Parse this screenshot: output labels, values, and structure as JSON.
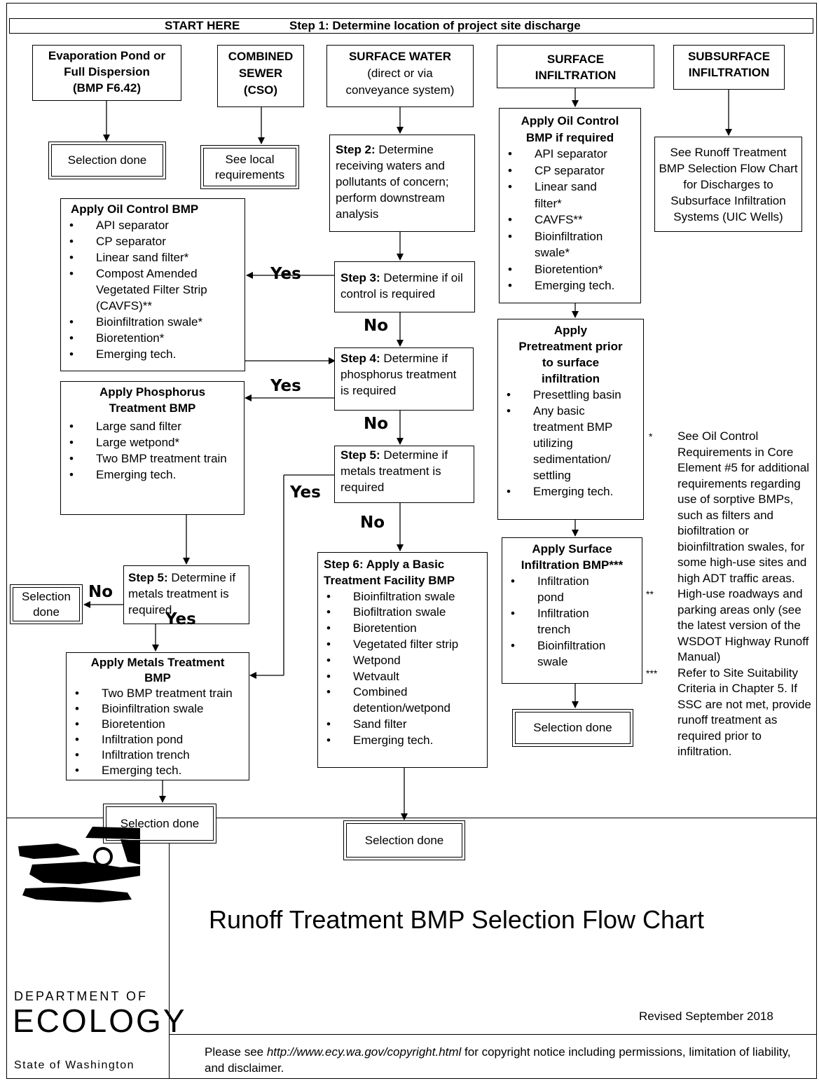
{
  "header": {
    "start": "START HERE",
    "step1": "Step 1: Determine location of project site discharge"
  },
  "discharge": {
    "evap": [
      "Evaporation Pond or",
      "Full Dispersion",
      "(BMP F6.42)"
    ],
    "combined": [
      "COMBINED",
      "SEWER",
      "(CSO)"
    ],
    "surface_water": [
      "SURFACE WATER",
      "(direct or via",
      "conveyance system)"
    ],
    "surface_infil": [
      "SURFACE",
      "INFILTRATION"
    ],
    "subsurface_infil": [
      "SUBSURFACE",
      "INFILTRATION"
    ]
  },
  "selection_done": "Selection done",
  "see_local": [
    "See local",
    "requirements"
  ],
  "step2": {
    "label": "Step 2:",
    "text": " Determine receiving waters and pollutants of concern; perform downstream analysis"
  },
  "step3": {
    "label": "Step 3:",
    "text": " Determine if oil control is required"
  },
  "step4": {
    "label": "Step 4:",
    "text": " Determine if phosphorus treatment is required"
  },
  "step5": {
    "label": "Step 5:",
    "text": " Determine if metals treatment is required"
  },
  "step5b": {
    "label": "Step 5:",
    "text": " Determine if metals treatment is required"
  },
  "step6": {
    "title": [
      "Step 6: Apply a Basic",
      "Treatment Facility BMP"
    ],
    "items": [
      "Bioinfiltration swale",
      "Biofiltration swale",
      "Bioretention",
      "Vegetated filter strip",
      "Wetpond",
      "Wetvault",
      "Combined detention/wetpond",
      "Sand filter",
      "Emerging tech."
    ]
  },
  "oil_bmp": {
    "title": "Apply Oil Control BMP",
    "items": [
      "API separator",
      "CP separator",
      "Linear sand filter*",
      "Compost Amended Vegetated Filter Strip (CAVFS)**",
      "Bioinfiltration swale*",
      "Bioretention*",
      "Emerging tech."
    ]
  },
  "phos_bmp": {
    "title": [
      "Apply Phosphorus",
      "Treatment BMP"
    ],
    "items": [
      "Large sand filter",
      "Large wetpond*",
      "Two BMP treatment train",
      "Emerging tech."
    ]
  },
  "metals_bmp": {
    "title": [
      "Apply Metals Treatment",
      "BMP"
    ],
    "items": [
      "Two BMP treatment train",
      "Bioinfiltration swale",
      "Bioretention",
      "Infiltration pond",
      "Infiltration trench",
      "Emerging tech."
    ]
  },
  "oil_if_req": {
    "title": [
      "Apply Oil Control",
      "BMP if required"
    ],
    "items": [
      "API separator",
      "CP separator",
      "Linear sand filter*",
      "CAVFS**",
      "Bioinfiltration swale*",
      "Bioretention*",
      "Emerging tech."
    ]
  },
  "pretreat": {
    "title": [
      "Apply",
      "Pretreatment prior",
      "to surface",
      "infiltration"
    ],
    "items": [
      "Presettling basin",
      "Any basic treatment BMP utilizing sedimentation/ settling",
      "Emerging tech."
    ]
  },
  "surf_infil_bmp": {
    "title": [
      "Apply Surface",
      "Infiltration BMP***"
    ],
    "items": [
      "Infiltration pond",
      "Infiltration trench",
      "Bioinfiltration swale"
    ]
  },
  "subsurface_note": "See Runoff Treatment BMP Selection Flow Chart for Discharges to Subsurface Infiltration Systems (UIC Wells)",
  "labels": {
    "yes": "Yes",
    "no": "No"
  },
  "notes": [
    {
      "mark": "*",
      "text": "See Oil Control Requirements in Core Element #5 for additional requirements regarding use of sorptive BMPs, such as filters and biofiltration or bioinfiltration swales, for some high-use sites and high ADT traffic areas."
    },
    {
      "mark": "**",
      "text": "High-use roadways and parking areas only (see the latest version of the WSDOT Highway Runoff Manual)"
    },
    {
      "mark": "***",
      "text": "Refer to Site Suitability Criteria in Chapter 5. If SSC are not met, provide runoff treatment as required prior to infiltration."
    }
  ],
  "footer": {
    "title": "Runoff Treatment BMP Selection Flow Chart",
    "revised": "Revised September 2018",
    "dept_of": "DEPARTMENT OF",
    "ecology": "ECOLOGY",
    "state": "State of Washington",
    "copy_pre": "Please see ",
    "copy_link": "http://www.ecy.wa.gov/copyright.html",
    "copy_post": " for copyright notice including permissions, limitation of liability, and disclaimer."
  }
}
